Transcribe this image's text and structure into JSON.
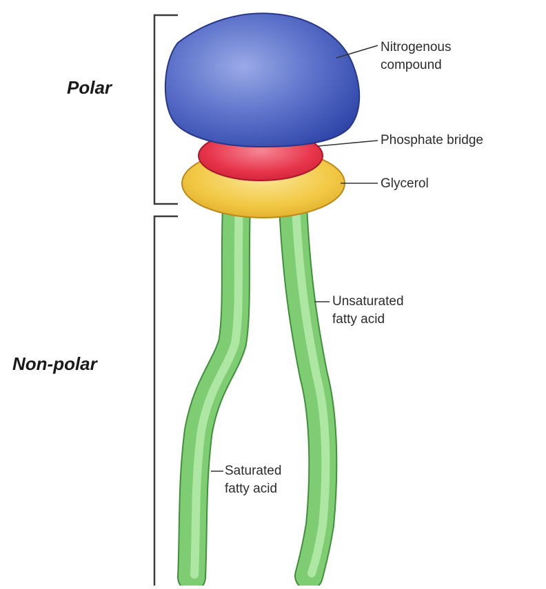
{
  "regions": {
    "polar": "Polar",
    "non_polar": "Non-polar"
  },
  "labels": {
    "nitrogenous": {
      "line1": "Nitrogenous",
      "line2": "compound"
    },
    "phosphate": {
      "text": "Phosphate bridge"
    },
    "glycerol": {
      "text": "Glycerol"
    },
    "unsaturated": {
      "line1": "Unsaturated",
      "line2": "fatty acid"
    },
    "saturated": {
      "line1": "Saturated",
      "line2": "fatty acid"
    }
  },
  "colors": {
    "head": "#4d65c3",
    "phosphate": "#e8344c",
    "glycerol": "#f0c83a",
    "tail": "#7fcd73",
    "bracket": "#3a3a3a"
  }
}
